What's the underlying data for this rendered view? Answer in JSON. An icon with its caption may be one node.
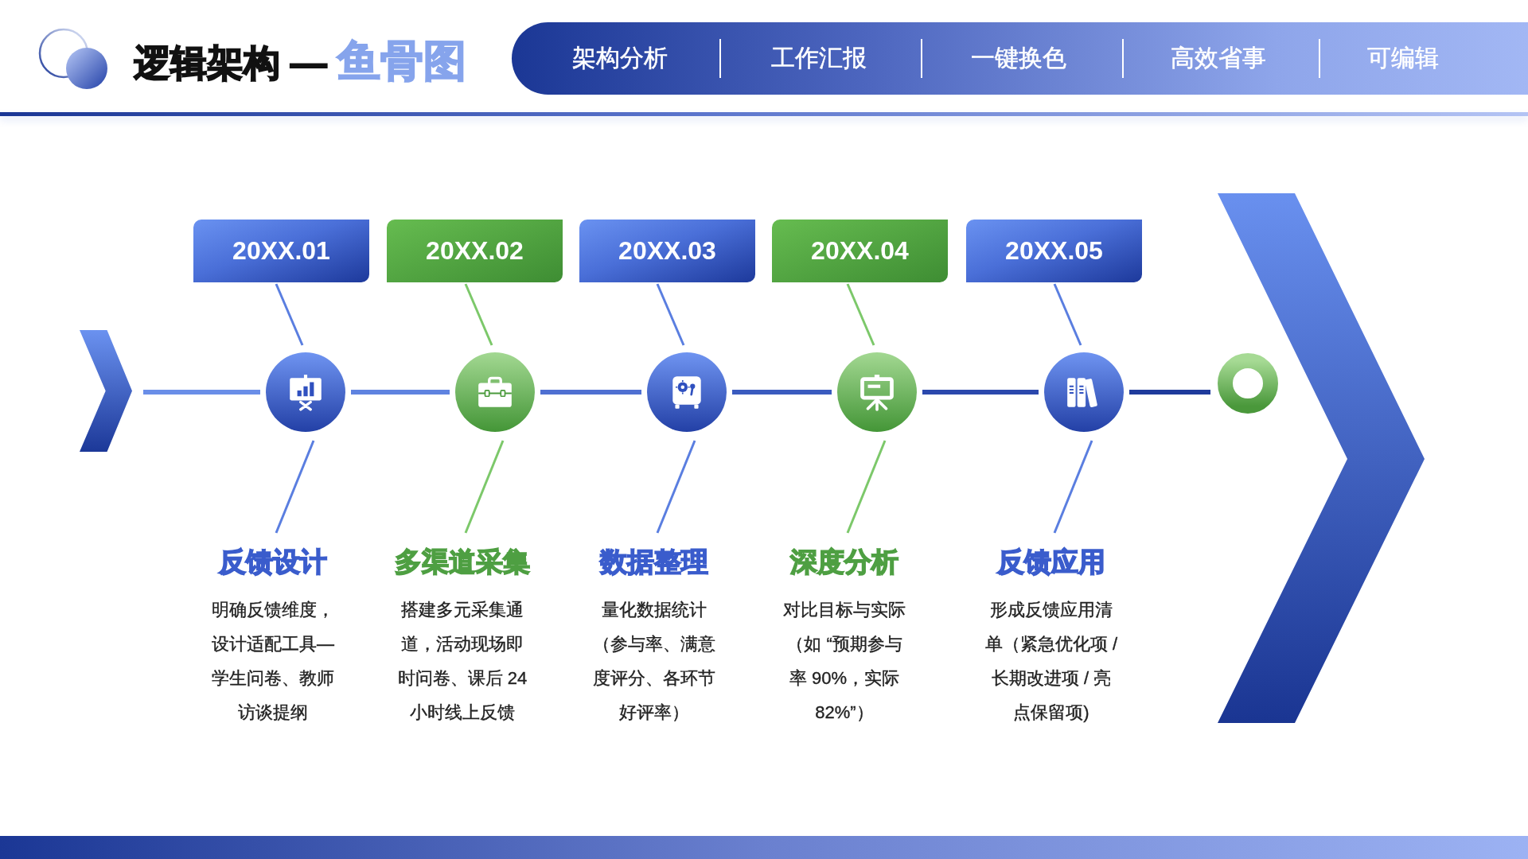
{
  "diagram": {
    "title": "逻辑架构 — 鱼骨图",
    "nodes": [
      {
        "text": [
          "20XX.01"
        ]
      },
      {
        "text": [
          "20XX.02"
        ]
      },
      {
        "text": [
          "20XX.03"
        ]
      },
      {
        "text": [
          "20XX.04"
        ]
      },
      {
        "text": [
          "20XX.05"
        ]
      },
      {
        "text": [],
        "shape": "chevron"
      },
      {
        "text": [],
        "shape": "circle"
      },
      {
        "text": [],
        "shape": "circle"
      },
      {
        "text": [],
        "shape": "circle"
      },
      {
        "text": [],
        "shape": "circle"
      },
      {
        "text": [],
        "shape": "circle"
      },
      {
        "text": [],
        "shape": "ring"
      },
      {
        "text": [],
        "shape": "chevron"
      },
      {
        "text": [
          "反馈设计",
          "明确反馈维度，设计适配工具—学生问卷、教师访谈提纲"
        ]
      },
      {
        "text": [
          "多渠道采集",
          "搭建多元采集通道，活动现场即时问卷、课后 24 小时线上反馈"
        ]
      },
      {
        "text": [
          "数据整理",
          "量化数据统计（参与率、满意度评分、各环节好评率）"
        ]
      },
      {
        "text": [
          "深度分析",
          "对比目标与实际（如 “预期参与率 90%，实际 82%”）"
        ]
      },
      {
        "text": [
          "反馈应用",
          "形成反馈应用清单（紧急优化项 / 长期改进项 / 亮点保留项)"
        ]
      }
    ],
    "edges": [
      {
        "from": 0,
        "to": 6,
        "arrow": "none"
      },
      {
        "from": 1,
        "to": 7,
        "arrow": "none",
        "color": "#7cc86a"
      },
      {
        "from": 2,
        "to": 8,
        "arrow": "none"
      },
      {
        "from": 3,
        "to": 9,
        "arrow": "none",
        "color": "#7cc86a"
      },
      {
        "from": 4,
        "to": 10,
        "arrow": "none"
      },
      {
        "from": 5,
        "to": 6,
        "arrow": "none",
        "style": "thick",
        "color": "#6a8ee8"
      },
      {
        "from": 6,
        "to": 7,
        "arrow": "none",
        "style": "thick",
        "color": "#5f83e0"
      },
      {
        "from": 7,
        "to": 8,
        "arrow": "none",
        "style": "thick",
        "color": "#4f70d2"
      },
      {
        "from": 8,
        "to": 9,
        "arrow": "none",
        "style": "thick",
        "color": "#3a5bbf"
      },
      {
        "from": 9,
        "to": 10,
        "arrow": "none",
        "style": "thick",
        "color": "#2b48ad"
      },
      {
        "from": 10,
        "to": 11,
        "arrow": "none",
        "style": "thick",
        "color": "#1f3b9c"
      },
      {
        "from": 6,
        "to": 13,
        "arrow": "none"
      },
      {
        "from": 7,
        "to": 14,
        "arrow": "none",
        "color": "#7cc86a"
      },
      {
        "from": 8,
        "to": 15,
        "arrow": "none"
      },
      {
        "from": 9,
        "to": 16,
        "arrow": "none",
        "color": "#7cc86a"
      },
      {
        "from": 10,
        "to": 17,
        "arrow": "none"
      }
    ],
    "labels": [
      "架构分析",
      "工作汇报",
      "一键换色",
      "高效省事",
      "可编辑"
    ]
  }
}
